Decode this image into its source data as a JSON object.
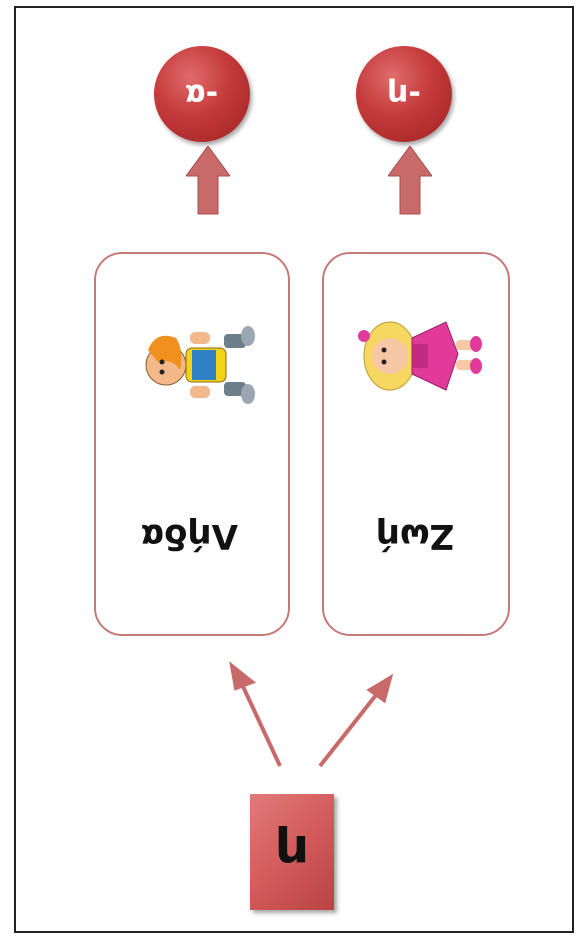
{
  "letter": "η",
  "cards": [
    {
      "name": "Λήδα",
      "ending": "-α",
      "figure": "boy-figure"
    },
    {
      "name": "Ζωή",
      "ending": "-η",
      "figure": "girl-figure"
    }
  ],
  "colors": {
    "accent": "#c43a3a",
    "card_border": "#c57a7a",
    "arrow": "#c96a6a",
    "letter_box": "#d15858"
  }
}
